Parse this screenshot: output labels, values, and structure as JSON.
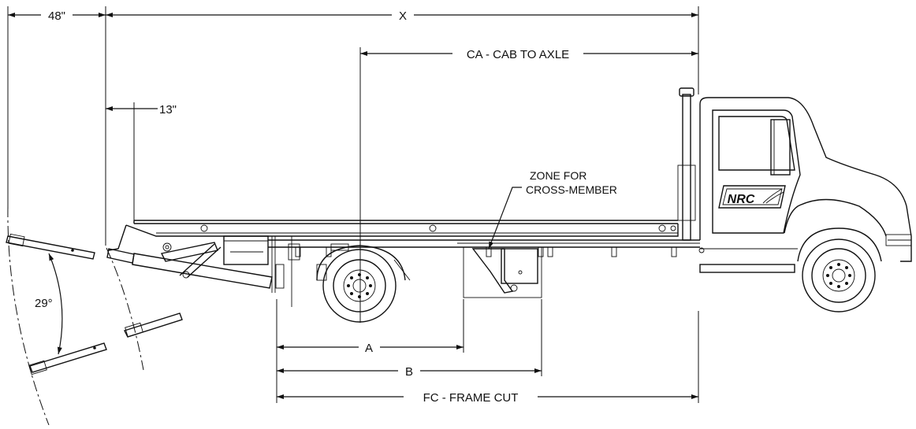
{
  "dimensions": {
    "tail_swing": "48\"",
    "overall": "X",
    "cab_to_axle": "CA - CAB TO AXLE",
    "overhang": "13\"",
    "dim_a": "A",
    "dim_b": "B",
    "frame_cut": "FC - FRAME CUT"
  },
  "annotations": {
    "zone_line1": "ZONE FOR",
    "zone_line2": "CROSS-MEMBER",
    "angle": "29°"
  },
  "logo": {
    "text": "NRC"
  }
}
